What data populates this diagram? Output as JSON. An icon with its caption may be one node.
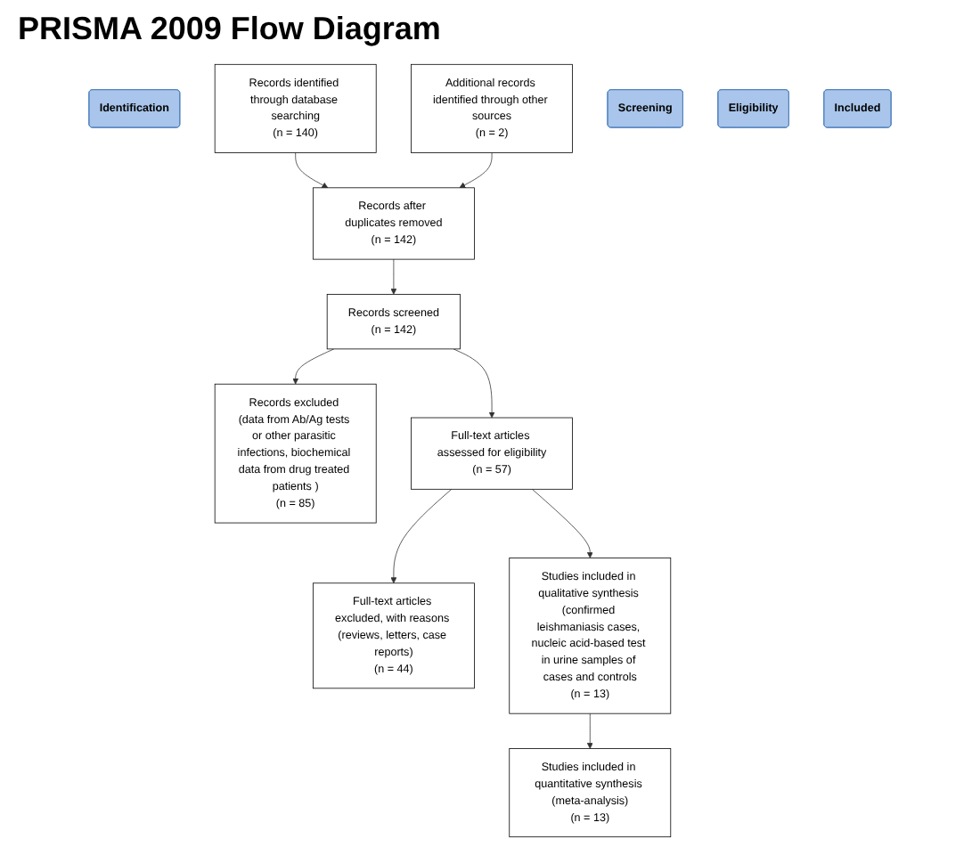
{
  "diagram": {
    "title": "PRISMA 2009 Flow Diagram",
    "nodes": [
      {
        "text": [
          "Identification"
        ]
      },
      {
        "text": [
          "Records identified through database searching",
          "(n = 140)"
        ]
      },
      {
        "text": [
          "Additional records identified through other sources",
          "(n = 2)"
        ]
      },
      {
        "text": [
          "Records after duplicates removed",
          "(n = 142)"
        ]
      },
      {
        "text": [
          "Screening"
        ]
      },
      {
        "text": [
          "Records screened",
          "(n = 142)"
        ]
      },
      {
        "text": [
          "Records excluded (data from Ab/Ag tests or other parasitic infections, biochemical data from drug treated patients )",
          "(n = 85)"
        ]
      },
      {
        "text": [
          "Eligibility"
        ]
      },
      {
        "text": [
          "Full-text articles assessed for eligibility",
          "(n = 57)"
        ]
      },
      {
        "text": [
          "Full-text articles excluded, with reasons (reviews, letters, case reports)",
          "(n = 44)"
        ]
      },
      {
        "text": [
          "Included"
        ]
      },
      {
        "text": [
          "Studies included in qualitative synthesis (confirmed leishmaniasis cases, nucleic acid-based test in urine samples of cases and controls",
          "(n = 13)"
        ]
      },
      {
        "text": [
          "Studies included in quantitative synthesis (meta-analysis)",
          "(n = 13)"
        ]
      }
    ],
    "edges": [
      {
        "from": 1,
        "to": 3,
        "arrow": "to"
      },
      {
        "from": 2,
        "to": 3,
        "arrow": "to"
      },
      {
        "from": 3,
        "to": 5,
        "arrow": "to"
      },
      {
        "from": 5,
        "to": 6,
        "arrow": "to"
      },
      {
        "from": 5,
        "to": 8,
        "arrow": "to"
      },
      {
        "from": 8,
        "to": 9,
        "arrow": "to"
      },
      {
        "from": 8,
        "to": 11,
        "arrow": "to"
      },
      {
        "from": 11,
        "to": 12,
        "arrow": "to"
      }
    ]
  }
}
